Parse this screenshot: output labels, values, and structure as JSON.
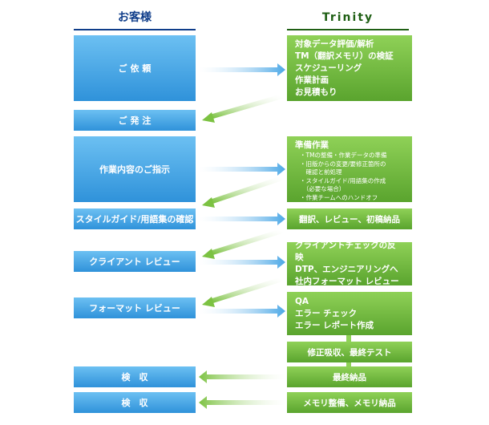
{
  "headers": {
    "customer": "お客様",
    "trinity": "Trinity"
  },
  "customer": {
    "request": "ご 依 頼",
    "order": "ご 発 注",
    "instruction": "作業内容のご指示",
    "style_confirm": "スタイルガイド/用語集の確認",
    "client_review": "クライアント レビュー",
    "format_review": "フォーマット レビュー",
    "acceptance_1": "検　収",
    "acceptance_2": "検　収"
  },
  "trinity": {
    "evaluation": [
      "対象データ評価/解析",
      "TM（翻訳メモリ）の検証",
      "スケジューリング",
      "作業計画",
      "お見積もり"
    ],
    "preparation": {
      "title": "準備作業",
      "items": [
        "・TMの整備・作業データの準備",
        "・旧版からの変更/要修正箇所の",
        "　確認と前処理",
        "・スタイルガイド/用語集の作成",
        "　（必要な場合）",
        "・作業チームへのハンドオフ"
      ]
    },
    "translation": "翻訳、レビュー、初稿納品",
    "reflection": [
      "クライアントチェックの反映",
      "DTP、エンジニアリングへ",
      "社内フォーマット レビュー"
    ],
    "qa": [
      "QA",
      "エラー チェック",
      "エラー レポート作成"
    ],
    "final_test": "修正吸収、最終テスト",
    "final_delivery": "最終納品",
    "memory_delivery": "メモリ整備、メモリ納品"
  },
  "colors": {
    "blue_header": "#0f3d8a",
    "green_header": "#1f5f14",
    "blue_box": "#2f92da",
    "green_box": "#5aa42e",
    "arrow_blue": "#4aa7e6",
    "arrow_green": "#7cc242"
  }
}
